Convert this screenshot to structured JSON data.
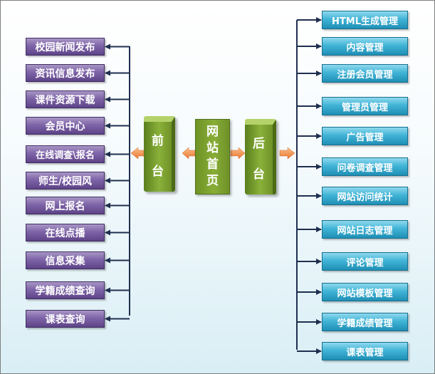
{
  "left_items": [
    {
      "label": "校园新闻发布"
    },
    {
      "label": "资讯信息发布"
    },
    {
      "label": "课件资源下载"
    },
    {
      "label": "会员中心"
    },
    {
      "label": "在线调查\\报名"
    },
    {
      "label": "师生/校园风"
    },
    {
      "label": "网上报名"
    },
    {
      "label": "在线点播"
    },
    {
      "label": "信息采集"
    },
    {
      "label": "学籍成绩查询"
    },
    {
      "label": "课表查询"
    }
  ],
  "center": {
    "front_chars": [
      "前",
      "台"
    ],
    "home_chars": [
      "网",
      "站",
      "首",
      "页"
    ],
    "back_chars": [
      "后",
      "台"
    ]
  },
  "right_items": [
    {
      "label": "HTML生成管理"
    },
    {
      "label": "内容管理"
    },
    {
      "label": "注册会员管理"
    },
    {
      "label": "管理员管理"
    },
    {
      "label": "广告管理"
    },
    {
      "label": "问卷调查管理"
    },
    {
      "label": "网站访问统计"
    },
    {
      "label": "网站日志管理"
    },
    {
      "label": "评论管理"
    },
    {
      "label": "网站模板管理"
    },
    {
      "label": "学籍成绩管理"
    },
    {
      "label": "课表管理"
    }
  ],
  "colors": {
    "left_box": "#7e64a8",
    "right_box": "#41b4d6",
    "pillar": "#8ab13a",
    "connector": "#1f2f4f",
    "arrow": "#f29a57"
  }
}
